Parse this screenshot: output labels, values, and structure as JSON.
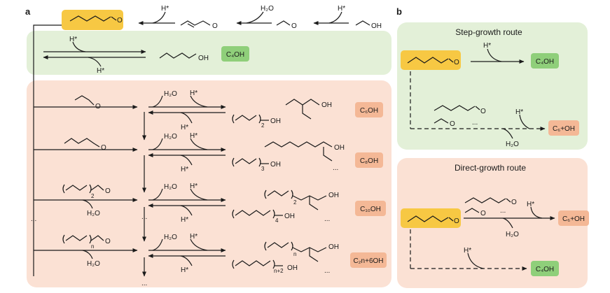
{
  "panel_a": {
    "letter": "a",
    "butanal_label": "",
    "ethanol_label": "OH",
    "dehydration_reagent": "H₂O",
    "hydrogenation_reagent": "H*",
    "green_band": {
      "hydrogen_top": "H*",
      "hydrogen_bottom": "H*",
      "butanol_label": "OH",
      "product": "C₄OH"
    },
    "rows": [
      {
        "aldehyde_label": "O",
        "aldehyde_subscript": "",
        "dehydration": "H₂O",
        "hydrogenation_top": "H*",
        "hydrogenation_bottom": "H*",
        "linear_sub": "2",
        "linear_oh": "OH",
        "branched_sub": "",
        "branched_oh": "OH",
        "product": "C₆OH"
      },
      {
        "aldehyde_label": "O",
        "aldehyde_subscript": "",
        "dehydration": "H₂O",
        "hydrogenation_top": "H*",
        "hydrogenation_bottom": "H*",
        "linear_sub": "3",
        "linear_oh": "OH",
        "branched_sub": "",
        "branched_oh": "OH",
        "product": "C₈OH"
      },
      {
        "aldehyde_label": "O",
        "aldehyde_subscript": "2",
        "dehydration": "H₂O",
        "hydrogenation_top": "H*",
        "hydrogenation_bottom": "H*",
        "linear_sub": "4",
        "linear_oh": "OH",
        "branched_sub": "2",
        "branched_oh": "OH",
        "product": "C₁₀OH"
      },
      {
        "aldehyde_label": "O",
        "aldehyde_subscript": "n",
        "dehydration": "H₂O",
        "hydrogenation_top": "H*",
        "hydrogenation_bottom": "H*",
        "linear_sub": "n+2",
        "linear_oh": "OH",
        "branched_sub": "n",
        "branched_oh": "OH",
        "product": "C₂n+6OH"
      }
    ],
    "ellipsis": "..."
  },
  "panel_b": {
    "letter": "b",
    "step_growth": {
      "title": "Step-growth route",
      "hydrogen": "H*",
      "product_c4": "C₄OH",
      "hydrogen_2": "H*",
      "water": "H₂O",
      "product_c6": "C₆+OH",
      "ellipsis": "...",
      "aldehyde_label": "O",
      "acetaldehyde_label": "O",
      "butanal_label": "O"
    },
    "direct_growth": {
      "title": "Direct-growth route",
      "hydrogen": "H*",
      "water": "H₂O",
      "product_c6": "C₆+OH",
      "hydrogen_2": "H*",
      "product_c4": "C₄OH",
      "ellipsis": "...",
      "aldehyde_label": "O",
      "acetaldehyde_label": "O",
      "butanal_label": "O"
    }
  },
  "colors": {
    "green_panel": "#e3f0d8",
    "orange_panel": "#fbe1d4",
    "product_green": "#8fcf7a",
    "product_orange": "#f4b896",
    "butanal_yellow": "#f7c843",
    "line": "#1a1a1a"
  }
}
